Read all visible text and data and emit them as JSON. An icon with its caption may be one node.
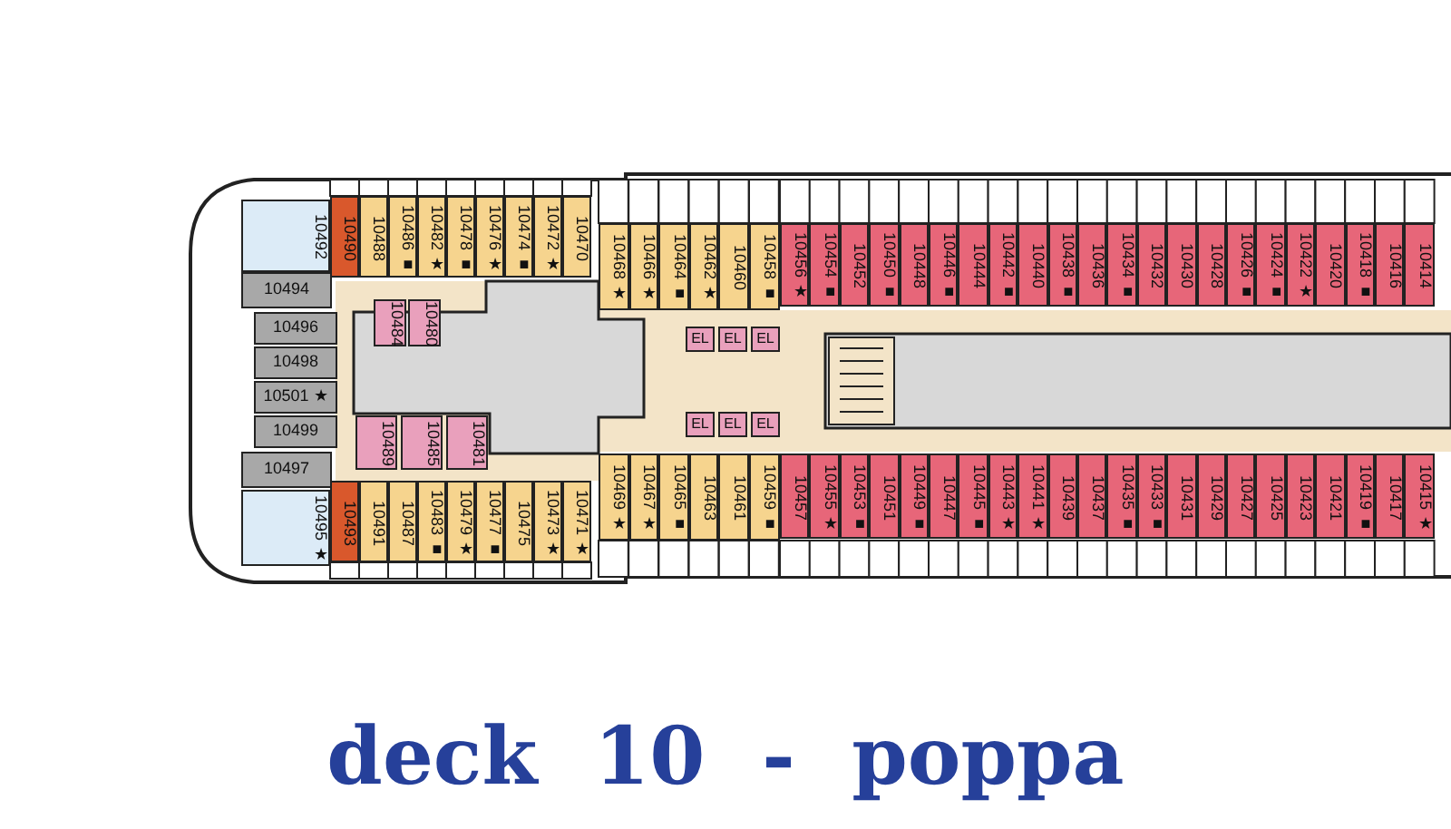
{
  "diagram": {
    "title": "deck 10 - poppa",
    "labels": [
      "10492",
      "10490",
      "10488",
      "10486 ■",
      "10482 ★",
      "10478 ■",
      "10476 ★",
      "10474 ■",
      "10472 ★",
      "10470",
      "10468 ★",
      "10466 ★",
      "10464 ■",
      "10462 ★",
      "10460",
      "10458 ■",
      "10456 ★",
      "10454 ■",
      "10452",
      "10450 ■",
      "10448",
      "10446 ■",
      "10444",
      "10442 ■",
      "10440",
      "10438 ■",
      "10436",
      "10434 ■",
      "10432",
      "10430",
      "10428",
      "10426 ■",
      "10424 ■",
      "10422 ★",
      "10420",
      "10418 ■",
      "10416",
      "10414",
      "10494",
      "10496",
      "10498",
      "10501 ★",
      "10499",
      "10497",
      "10484",
      "10480",
      "EL",
      "EL",
      "EL",
      "EL",
      "EL",
      "EL",
      "10489",
      "10485",
      "10481",
      "10495 ★",
      "10493",
      "10491",
      "10487",
      "10483 ■",
      "10479 ★",
      "10477 ■",
      "10475",
      "10473 ★",
      "10471 ★",
      "10469 ★",
      "10467 ★",
      "10465 ■",
      "10463",
      "10461",
      "10459 ■",
      "10457",
      "10455 ★",
      "10453 ■",
      "10451",
      "10449 ■",
      "10447",
      "10445 ■",
      "10443 ★",
      "10441 ★",
      "10439",
      "10437",
      "10435 ■",
      "10433 ■",
      "10431",
      "10429",
      "10427",
      "10425",
      "10423",
      "10421",
      "10419 ■",
      "10417",
      "10415 ★"
    ]
  }
}
